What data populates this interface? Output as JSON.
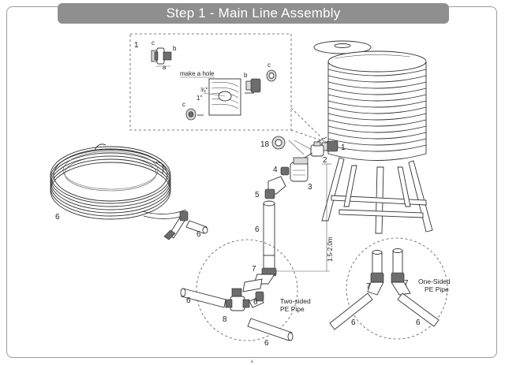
{
  "title": "Step 1 - Main Line Assembly",
  "detail_box": {
    "part_1": "1",
    "label_a": "a",
    "label_b": "b",
    "label_c": "c",
    "hole_caption": "make a hole",
    "dim_34": "¾\"",
    "dim_1": "1\""
  },
  "callouts": {
    "n1": "1",
    "n2": "2",
    "n3": "3",
    "n4": "4",
    "n5": "5",
    "n6": "6",
    "n7": "7",
    "n8": "8",
    "n18": "18"
  },
  "height_label": "1.5-2.0m",
  "two_sided_label": [
    "Two-sided",
    "PE Pipe"
  ],
  "one_sided_label": [
    "One-Sided",
    "PE Pipe"
  ]
}
